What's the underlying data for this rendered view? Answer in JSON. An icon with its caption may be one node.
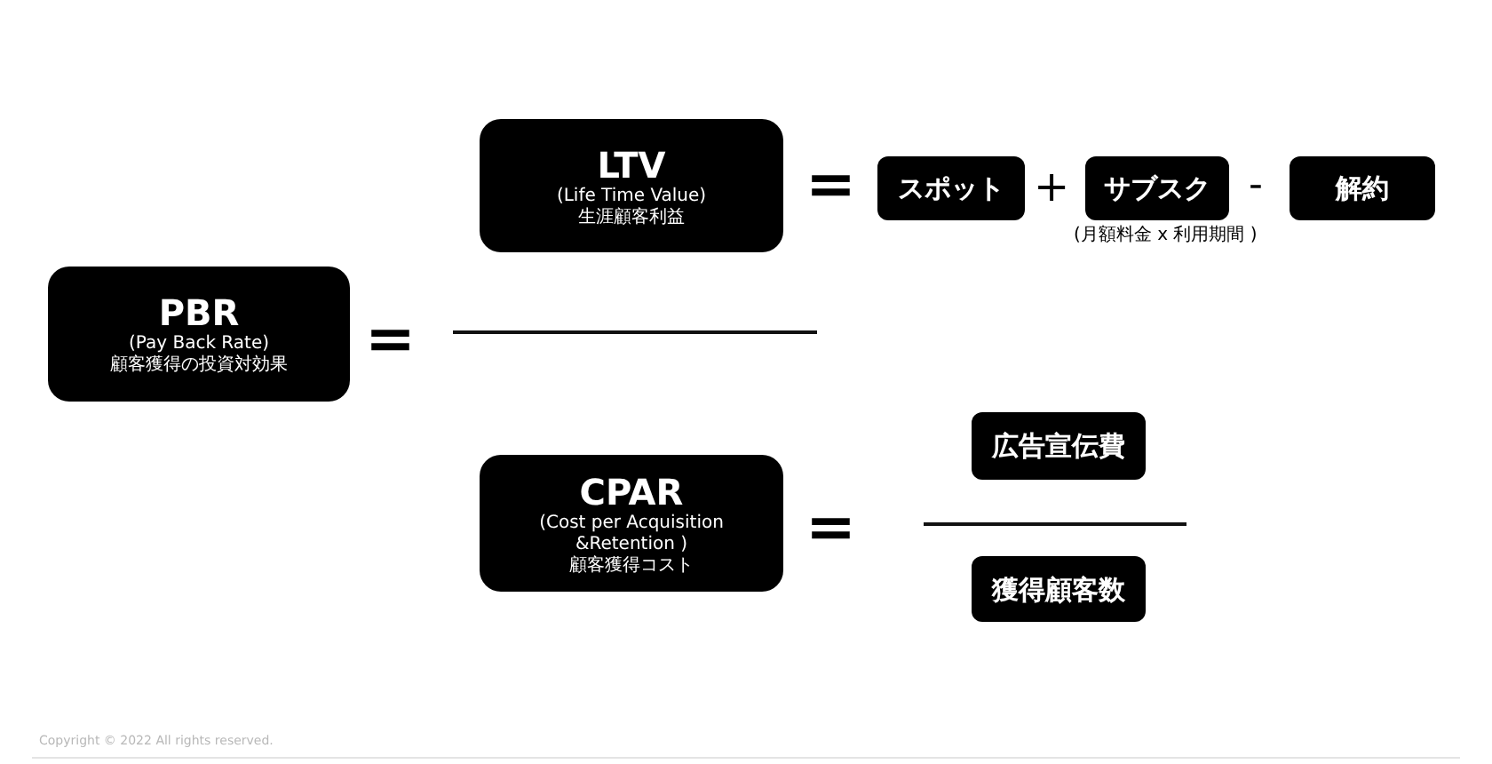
{
  "diagram": {
    "nodes": [
      {
        "text": [
          "PBR",
          "(Pay Back Rate)",
          "顧客獲得の投資対効果"
        ]
      },
      {
        "text": [
          "LTV",
          "(Life Time Value)",
          "生涯顧客利益"
        ]
      },
      {
        "text": [
          "スポット"
        ]
      },
      {
        "text": [
          "サブスク"
        ],
        "beside": [
          "(月額料金 x 利用期間 )"
        ]
      },
      {
        "text": [
          "解約"
        ]
      },
      {
        "text": [
          "CPAR",
          "(Cost per Acquisition &Retention )",
          "顧客獲得コスト"
        ]
      },
      {
        "text": [
          "広告宣伝費"
        ]
      },
      {
        "text": [
          "獲得顧客数"
        ]
      }
    ],
    "labels": [
      "=",
      "+",
      "-",
      "=",
      "=",
      "Copyright © 2022 All rights reserved."
    ]
  }
}
